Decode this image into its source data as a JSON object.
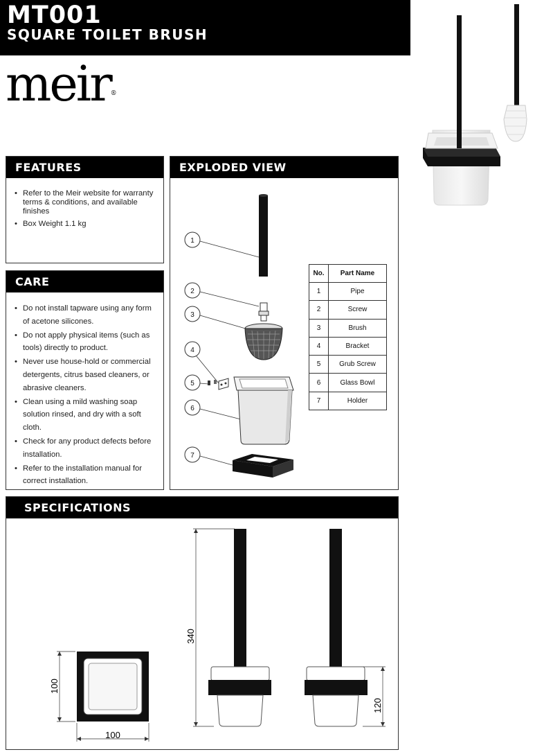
{
  "header": {
    "code": "MT001",
    "name": "SQUARE TOILET BRUSH"
  },
  "brand": {
    "logo_text": "meir",
    "registered": "®"
  },
  "features": {
    "title": "FEATURES",
    "items": [
      "Refer to the Meir website for warranty terms & conditions, and available finishes",
      "Box Weight 1.1 kg"
    ]
  },
  "care": {
    "title": "CARE",
    "items": [
      "Do not install tapware using any form of acetone silicones.",
      "Do not apply physical items (such as tools) directly to product.",
      "Never use house-hold or commercial detergents, citrus based cleaners, or abrasive cleaners.",
      "Clean using a mild washing soap solution rinsed, and dry with a soft cloth.",
      "Check for any product defects before installation.",
      "Refer to the installation manual for correct installation."
    ]
  },
  "exploded": {
    "title": "EXPLODED VIEW",
    "callouts": [
      "1",
      "2",
      "3",
      "4",
      "5",
      "6",
      "7"
    ],
    "table_headers": [
      "No.",
      "Part Name"
    ],
    "parts": [
      {
        "no": "1",
        "name": "Pipe"
      },
      {
        "no": "2",
        "name": "Screw"
      },
      {
        "no": "3",
        "name": "Brush"
      },
      {
        "no": "4",
        "name": "Bracket"
      },
      {
        "no": "5",
        "name": "Grub Screw"
      },
      {
        "no": "6",
        "name": "Glass Bowl"
      },
      {
        "no": "7",
        "name": "Holder"
      }
    ]
  },
  "specs": {
    "title": "SPECIFICATIONS",
    "dim_width": "100",
    "dim_depth": "100",
    "dim_height": "340",
    "dim_holder": "120"
  },
  "colors": {
    "black": "#000000",
    "frosted": "#eeeeee"
  }
}
